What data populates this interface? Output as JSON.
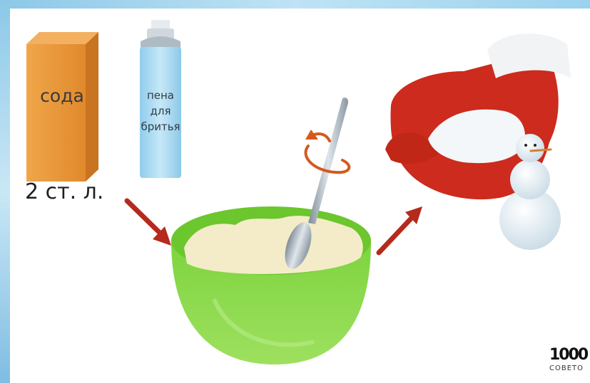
{
  "soda_box": {
    "label": "сода"
  },
  "foam_can": {
    "line1": "пена",
    "line2": "для",
    "line3": "бритья"
  },
  "amount_label": "2 ст. л.",
  "logo": {
    "number": "1000",
    "word": "СОВЕТО"
  },
  "colors": {
    "box": "#e08a2c",
    "can": "#9fd3ee",
    "bowl": "#7ed43a",
    "mitten": "#cc2b1d",
    "arrow": "#b52a1c"
  }
}
